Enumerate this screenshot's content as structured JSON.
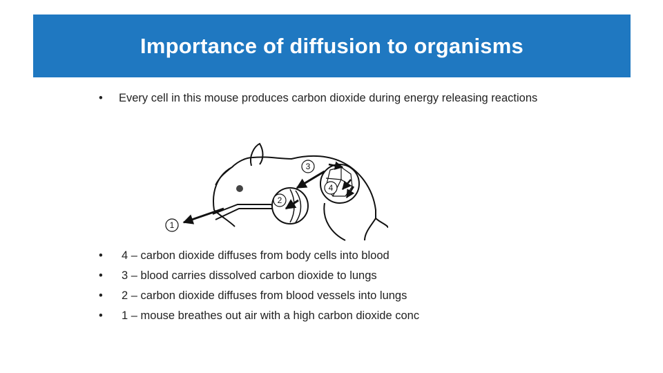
{
  "slide": {
    "title": "Importance of diffusion to organisms",
    "bullet_char": "•",
    "intro": "Every cell in this mouse produces carbon dioxide during energy releasing reactions",
    "steps": [
      "4 – carbon dioxide diffuses from body cells into blood",
      "3 – blood carries dissolved carbon dioxide to lungs",
      "2 – carbon dioxide diffuses from blood vessels into lungs",
      "1 – mouse breathes out air with a high carbon dioxide conc"
    ]
  },
  "diagram": {
    "labels": [
      "1",
      "2",
      "3",
      "4"
    ]
  },
  "colors": {
    "title_bar": "#1f78c1",
    "title_text": "#ffffff",
    "body_text": "#222222"
  }
}
